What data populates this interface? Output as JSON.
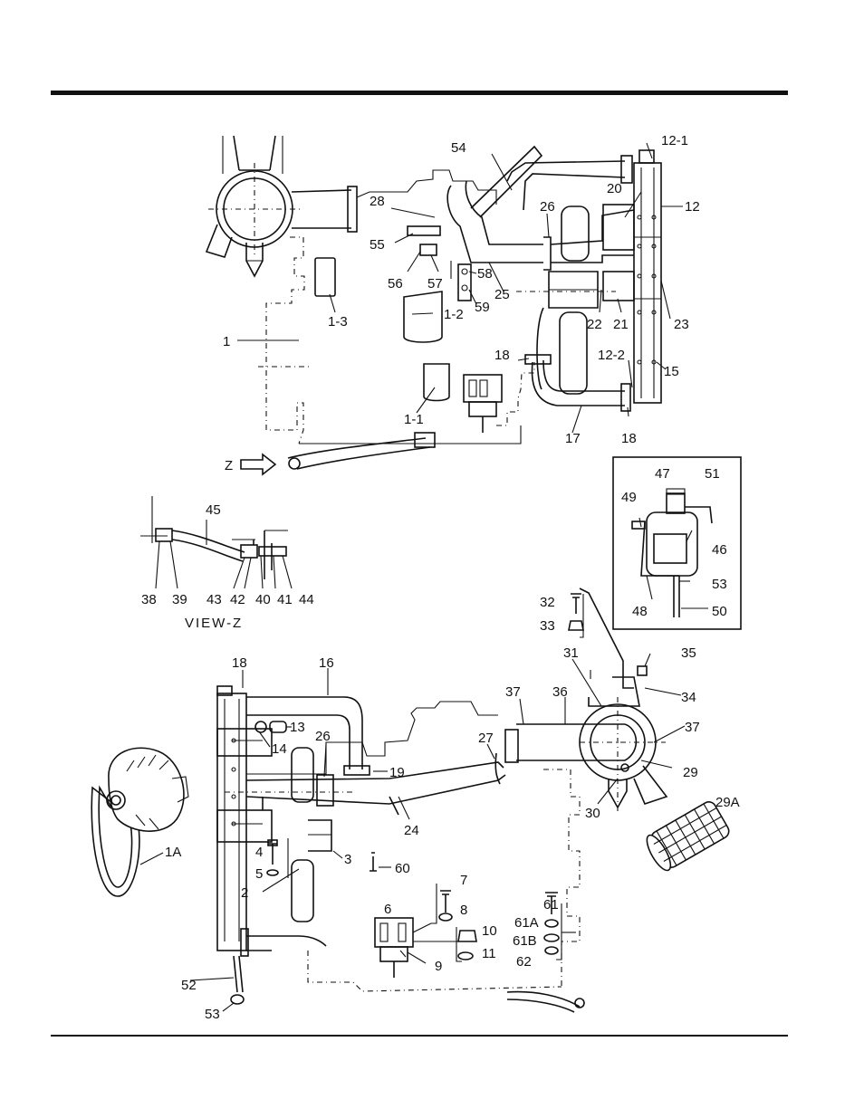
{
  "labels": {
    "p12_1": "12-1",
    "p54": "54",
    "p20": "20",
    "p12": "12",
    "p28": "28",
    "p26a": "26",
    "p55": "55",
    "p58": "58",
    "p56": "56",
    "p57": "57",
    "p25": "25",
    "p59": "59",
    "p22": "22",
    "p21": "21",
    "p23": "23",
    "p1_3": "1-3",
    "p1_2": "1-2",
    "p1": "1",
    "p18a": "18",
    "p12_2": "12-2",
    "p15": "15",
    "p1_1": "1-1",
    "p17": "17",
    "p18b": "18",
    "pZ": "Z",
    "p47": "47",
    "p51": "51",
    "p49": "49",
    "p46": "46",
    "p53a": "53",
    "p48": "48",
    "p50": "50",
    "p45": "45",
    "p38": "38",
    "p39": "39",
    "p43": "43",
    "p42": "42",
    "p40": "40",
    "p41": "41",
    "p44": "44",
    "viewz": "VIEW-Z",
    "p32": "32",
    "p33": "33",
    "p31": "31",
    "p35": "35",
    "p18c": "18",
    "p16": "16",
    "p37a": "37",
    "p36": "36",
    "p34": "34",
    "p13": "13",
    "p14": "14",
    "p26b": "26",
    "p27": "27",
    "p37b": "37",
    "p19": "19",
    "p29": "29",
    "p29A": "29A",
    "p30": "30",
    "p24": "24",
    "p1A": "1A",
    "p4": "4",
    "p3": "3",
    "p5": "5",
    "p60": "60",
    "p2": "2",
    "p7": "7",
    "p6": "6",
    "p8": "8",
    "p61": "61",
    "p61A": "61A",
    "p10": "10",
    "p61B": "61B",
    "p11": "11",
    "p9": "9",
    "p62": "62",
    "p52": "52",
    "p53b": "53"
  }
}
